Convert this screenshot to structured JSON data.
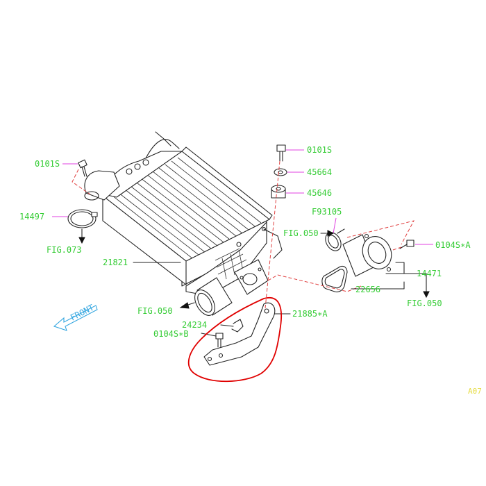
{
  "labels": {
    "p0101s_left": "0101S",
    "p0101s_right": "0101S",
    "p45664": "45664",
    "p45646": "45646",
    "pF93105": "F93105",
    "p14497": "14497",
    "fig073": "FIG.073",
    "fig050_mid": "FIG.050",
    "p0104sA": "0104S∗A",
    "p14471": "14471",
    "p21821": "21821",
    "p22656": "22656",
    "fig050_right": "FIG.050",
    "fig050_left": "FIG.050",
    "p21885A": "21885∗A",
    "p24234": "24234",
    "p0104sB": "0104S∗B",
    "front": "FRONT",
    "diagram_code": "A07"
  },
  "colors": {
    "label_text": "#33cc33",
    "leader_line": "#e040e0",
    "dashed_guide": "#e04040",
    "highlight_circle": "#e00000",
    "front_arrow": "#33a6e0",
    "diagram_code": "#e6dc40"
  }
}
